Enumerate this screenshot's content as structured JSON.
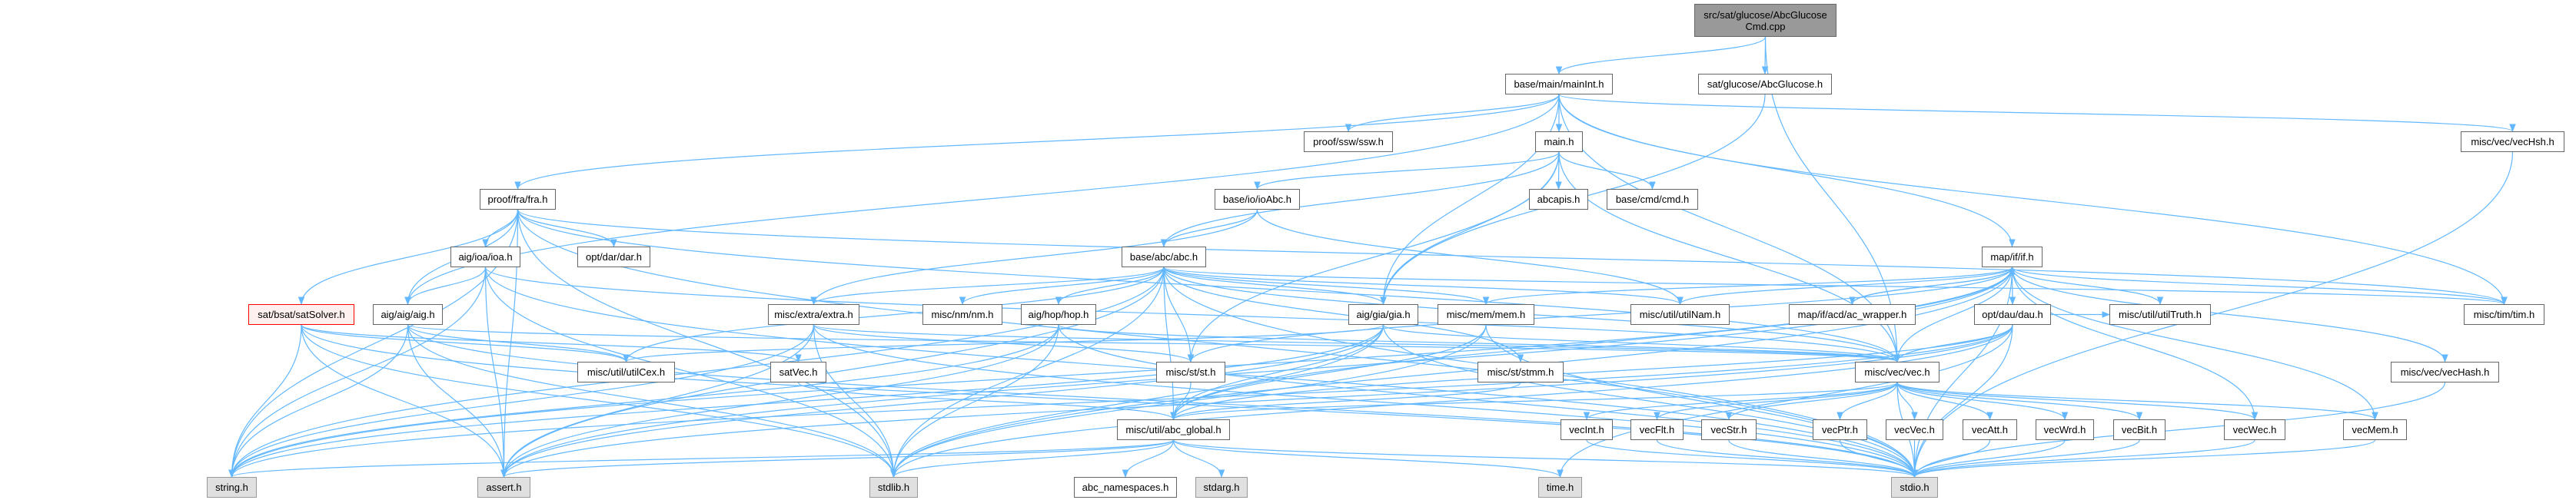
{
  "graph": {
    "title": "src/sat/glucose/AbcGlucoseCmd.cpp include dependency graph",
    "edge_color": "#63b8ff",
    "nodes": {
      "root": {
        "label": "src/sat/glucose/AbcGlucose",
        "label2": "Cmd.cpp",
        "kind": "root"
      },
      "mainInt": {
        "label": "base/main/mainInt.h",
        "kind": "file"
      },
      "AbcGlucose": {
        "label": "sat/glucose/AbcGlucose.h",
        "kind": "file"
      },
      "ssw": {
        "label": "proof/ssw/ssw.h",
        "kind": "file"
      },
      "main": {
        "label": "main.h",
        "kind": "file"
      },
      "vecHsh": {
        "label": "misc/vec/vecHsh.h",
        "kind": "file"
      },
      "fra": {
        "label": "proof/fra/fra.h",
        "kind": "file"
      },
      "ioAbc": {
        "label": "base/io/ioAbc.h",
        "kind": "file"
      },
      "abcapis": {
        "label": "abcapis.h",
        "kind": "file"
      },
      "cmd": {
        "label": "base/cmd/cmd.h",
        "kind": "file"
      },
      "ioa": {
        "label": "aig/ioa/ioa.h",
        "kind": "file"
      },
      "dar": {
        "label": "opt/dar/dar.h",
        "kind": "file"
      },
      "abc": {
        "label": "base/abc/abc.h",
        "kind": "file"
      },
      "if": {
        "label": "map/if/if.h",
        "kind": "file"
      },
      "satSolver": {
        "label": "sat/bsat/satSolver.h",
        "kind": "red"
      },
      "aig": {
        "label": "aig/aig/aig.h",
        "kind": "file"
      },
      "extra": {
        "label": "misc/extra/extra.h",
        "kind": "file"
      },
      "nm": {
        "label": "misc/nm/nm.h",
        "kind": "file"
      },
      "hop": {
        "label": "aig/hop/hop.h",
        "kind": "file"
      },
      "gia": {
        "label": "aig/gia/gia.h",
        "kind": "file"
      },
      "mem": {
        "label": "misc/mem/mem.h",
        "kind": "file"
      },
      "utilNam": {
        "label": "misc/util/utilNam.h",
        "kind": "file"
      },
      "acwrap": {
        "label": "map/if/acd/ac_wrapper.h",
        "kind": "file"
      },
      "dau": {
        "label": "opt/dau/dau.h",
        "kind": "file"
      },
      "utilTruth": {
        "label": "misc/util/utilTruth.h",
        "kind": "file"
      },
      "tim": {
        "label": "misc/tim/tim.h",
        "kind": "file"
      },
      "utilCex": {
        "label": "misc/util/utilCex.h",
        "kind": "file"
      },
      "satVec": {
        "label": "satVec.h",
        "kind": "file"
      },
      "st": {
        "label": "misc/st/st.h",
        "kind": "file"
      },
      "stmm": {
        "label": "misc/st/stmm.h",
        "kind": "file"
      },
      "vec": {
        "label": "misc/vec/vec.h",
        "kind": "file"
      },
      "vecHash": {
        "label": "misc/vec/vecHash.h",
        "kind": "file"
      },
      "abc_global": {
        "label": "misc/util/abc_global.h",
        "kind": "file"
      },
      "vecInt": {
        "label": "vecInt.h",
        "kind": "file"
      },
      "vecFlt": {
        "label": "vecFlt.h",
        "kind": "file"
      },
      "vecStr": {
        "label": "vecStr.h",
        "kind": "file"
      },
      "vecPtr": {
        "label": "vecPtr.h",
        "kind": "file"
      },
      "vecVec": {
        "label": "vecVec.h",
        "kind": "file"
      },
      "vecAtt": {
        "label": "vecAtt.h",
        "kind": "file"
      },
      "vecWrd": {
        "label": "vecWrd.h",
        "kind": "file"
      },
      "vecBit": {
        "label": "vecBit.h",
        "kind": "file"
      },
      "vecWec": {
        "label": "vecWec.h",
        "kind": "file"
      },
      "vecMem": {
        "label": "vecMem.h",
        "kind": "file"
      },
      "string": {
        "label": "string.h",
        "kind": "sys"
      },
      "assert": {
        "label": "assert.h",
        "kind": "sys"
      },
      "stdlib": {
        "label": "stdlib.h",
        "kind": "sys"
      },
      "abc_namespaces": {
        "label": "abc_namespaces.h",
        "kind": "file"
      },
      "stdarg": {
        "label": "stdarg.h",
        "kind": "sys"
      },
      "time": {
        "label": "time.h",
        "kind": "sys"
      },
      "stdio": {
        "label": "stdio.h",
        "kind": "sys"
      }
    },
    "edges": [
      [
        "root",
        "mainInt"
      ],
      [
        "root",
        "AbcGlucose"
      ],
      [
        "root",
        "vec"
      ],
      [
        "AbcGlucose",
        "gia"
      ],
      [
        "mainInt",
        "main"
      ],
      [
        "mainInt",
        "ssw"
      ],
      [
        "mainInt",
        "fra"
      ],
      [
        "mainInt",
        "aig"
      ],
      [
        "mainInt",
        "gia"
      ],
      [
        "mainInt",
        "if"
      ],
      [
        "mainInt",
        "tim"
      ],
      [
        "mainInt",
        "vecHsh"
      ],
      [
        "mainInt",
        "vec"
      ],
      [
        "main",
        "ioAbc"
      ],
      [
        "main",
        "abc"
      ],
      [
        "main",
        "abcapis"
      ],
      [
        "main",
        "cmd"
      ],
      [
        "main",
        "gia"
      ],
      [
        "main",
        "vec"
      ],
      [
        "main",
        "st"
      ],
      [
        "ioAbc",
        "abc"
      ],
      [
        "ioAbc",
        "extra"
      ],
      [
        "ioAbc",
        "utilNam"
      ],
      [
        "fra",
        "ioa"
      ],
      [
        "fra",
        "dar"
      ],
      [
        "fra",
        "satSolver"
      ],
      [
        "fra",
        "aig"
      ],
      [
        "fra",
        "string"
      ],
      [
        "fra",
        "stdio"
      ],
      [
        "fra",
        "stdlib"
      ],
      [
        "fra",
        "assert"
      ],
      [
        "fra",
        "vec"
      ],
      [
        "fra",
        "tim"
      ],
      [
        "ioa",
        "aig"
      ],
      [
        "ioa",
        "string"
      ],
      [
        "ioa",
        "stdio"
      ],
      [
        "ioa",
        "stdlib"
      ],
      [
        "ioa",
        "assert"
      ],
      [
        "ioa",
        "vec"
      ],
      [
        "abc",
        "nm"
      ],
      [
        "abc",
        "hop"
      ],
      [
        "abc",
        "gia"
      ],
      [
        "abc",
        "mem"
      ],
      [
        "abc",
        "utilNam"
      ],
      [
        "abc",
        "st"
      ],
      [
        "abc",
        "stmm"
      ],
      [
        "abc",
        "extra"
      ],
      [
        "abc",
        "utilCex"
      ],
      [
        "abc",
        "vec"
      ],
      [
        "abc",
        "abc_global"
      ],
      [
        "abc",
        "string"
      ],
      [
        "abc",
        "stdio"
      ],
      [
        "abc",
        "stdlib"
      ],
      [
        "abc",
        "assert"
      ],
      [
        "abc",
        "tim"
      ],
      [
        "satSolver",
        "satVec"
      ],
      [
        "satSolver",
        "string"
      ],
      [
        "satSolver",
        "stdio"
      ],
      [
        "satSolver",
        "stdlib"
      ],
      [
        "satSolver",
        "assert"
      ],
      [
        "satSolver",
        "utilCex"
      ],
      [
        "aig",
        "string"
      ],
      [
        "aig",
        "stdio"
      ],
      [
        "aig",
        "stdlib"
      ],
      [
        "aig",
        "assert"
      ],
      [
        "aig",
        "vec"
      ],
      [
        "aig",
        "utilCex"
      ],
      [
        "extra",
        "st"
      ],
      [
        "extra",
        "vec"
      ],
      [
        "extra",
        "string"
      ],
      [
        "extra",
        "stdio"
      ],
      [
        "extra",
        "stdlib"
      ],
      [
        "extra",
        "assert"
      ],
      [
        "hop",
        "vec"
      ],
      [
        "hop",
        "string"
      ],
      [
        "hop",
        "stdio"
      ],
      [
        "hop",
        "stdlib"
      ],
      [
        "hop",
        "assert"
      ],
      [
        "gia",
        "vec"
      ],
      [
        "gia",
        "utilCex"
      ],
      [
        "gia",
        "abc_global"
      ],
      [
        "gia",
        "string"
      ],
      [
        "gia",
        "stdio"
      ],
      [
        "gia",
        "stdlib"
      ],
      [
        "gia",
        "assert"
      ],
      [
        "mem",
        "abc_global"
      ],
      [
        "mem",
        "stdio"
      ],
      [
        "mem",
        "stdlib"
      ],
      [
        "st",
        "abc_global"
      ],
      [
        "stmm",
        "abc_global"
      ],
      [
        "satVec",
        "abc_global"
      ],
      [
        "if",
        "acwrap"
      ],
      [
        "if",
        "dau"
      ],
      [
        "if",
        "utilTruth"
      ],
      [
        "if",
        "tim"
      ],
      [
        "if",
        "vecHash"
      ],
      [
        "if",
        "vecWec"
      ],
      [
        "if",
        "vecMem"
      ],
      [
        "if",
        "vec"
      ],
      [
        "if",
        "mem"
      ],
      [
        "if",
        "utilNam"
      ],
      [
        "if",
        "st"
      ],
      [
        "if",
        "abc_global"
      ],
      [
        "if",
        "stdio"
      ],
      [
        "if",
        "string"
      ],
      [
        "if",
        "stdlib"
      ],
      [
        "if",
        "assert"
      ],
      [
        "acwrap",
        "if"
      ],
      [
        "dau",
        "vec"
      ],
      [
        "dau",
        "abc_global"
      ],
      [
        "dau",
        "utilTruth"
      ],
      [
        "dau",
        "stdio"
      ],
      [
        "dau",
        "stdlib"
      ],
      [
        "dau",
        "string"
      ],
      [
        "dau",
        "assert"
      ],
      [
        "dau",
        "time"
      ],
      [
        "vec",
        "vecInt"
      ],
      [
        "vec",
        "vecFlt"
      ],
      [
        "vec",
        "vecStr"
      ],
      [
        "vec",
        "vecPtr"
      ],
      [
        "vec",
        "vecVec"
      ],
      [
        "vec",
        "vecAtt"
      ],
      [
        "vec",
        "vecWrd"
      ],
      [
        "vec",
        "vecBit"
      ],
      [
        "vec",
        "vecWec"
      ],
      [
        "vec",
        "vecMem"
      ],
      [
        "vec",
        "abc_global"
      ],
      [
        "vec",
        "stdio"
      ],
      [
        "vecInt",
        "stdio"
      ],
      [
        "vecFlt",
        "stdio"
      ],
      [
        "vecStr",
        "stdio"
      ],
      [
        "vecPtr",
        "stdio"
      ],
      [
        "vecVec",
        "stdio"
      ],
      [
        "vecAtt",
        "stdio"
      ],
      [
        "vecWrd",
        "stdio"
      ],
      [
        "vecBit",
        "stdio"
      ],
      [
        "vecWec",
        "stdio"
      ],
      [
        "vecMem",
        "stdio"
      ],
      [
        "vecHash",
        "stdio"
      ],
      [
        "vecHsh",
        "stdio"
      ],
      [
        "abc_global",
        "abc_namespaces"
      ],
      [
        "abc_global",
        "stdarg"
      ],
      [
        "abc_global",
        "stdio"
      ],
      [
        "abc_global",
        "stdlib"
      ],
      [
        "abc_global",
        "string"
      ],
      [
        "abc_global",
        "assert"
      ],
      [
        "abc_global",
        "time"
      ]
    ]
  }
}
